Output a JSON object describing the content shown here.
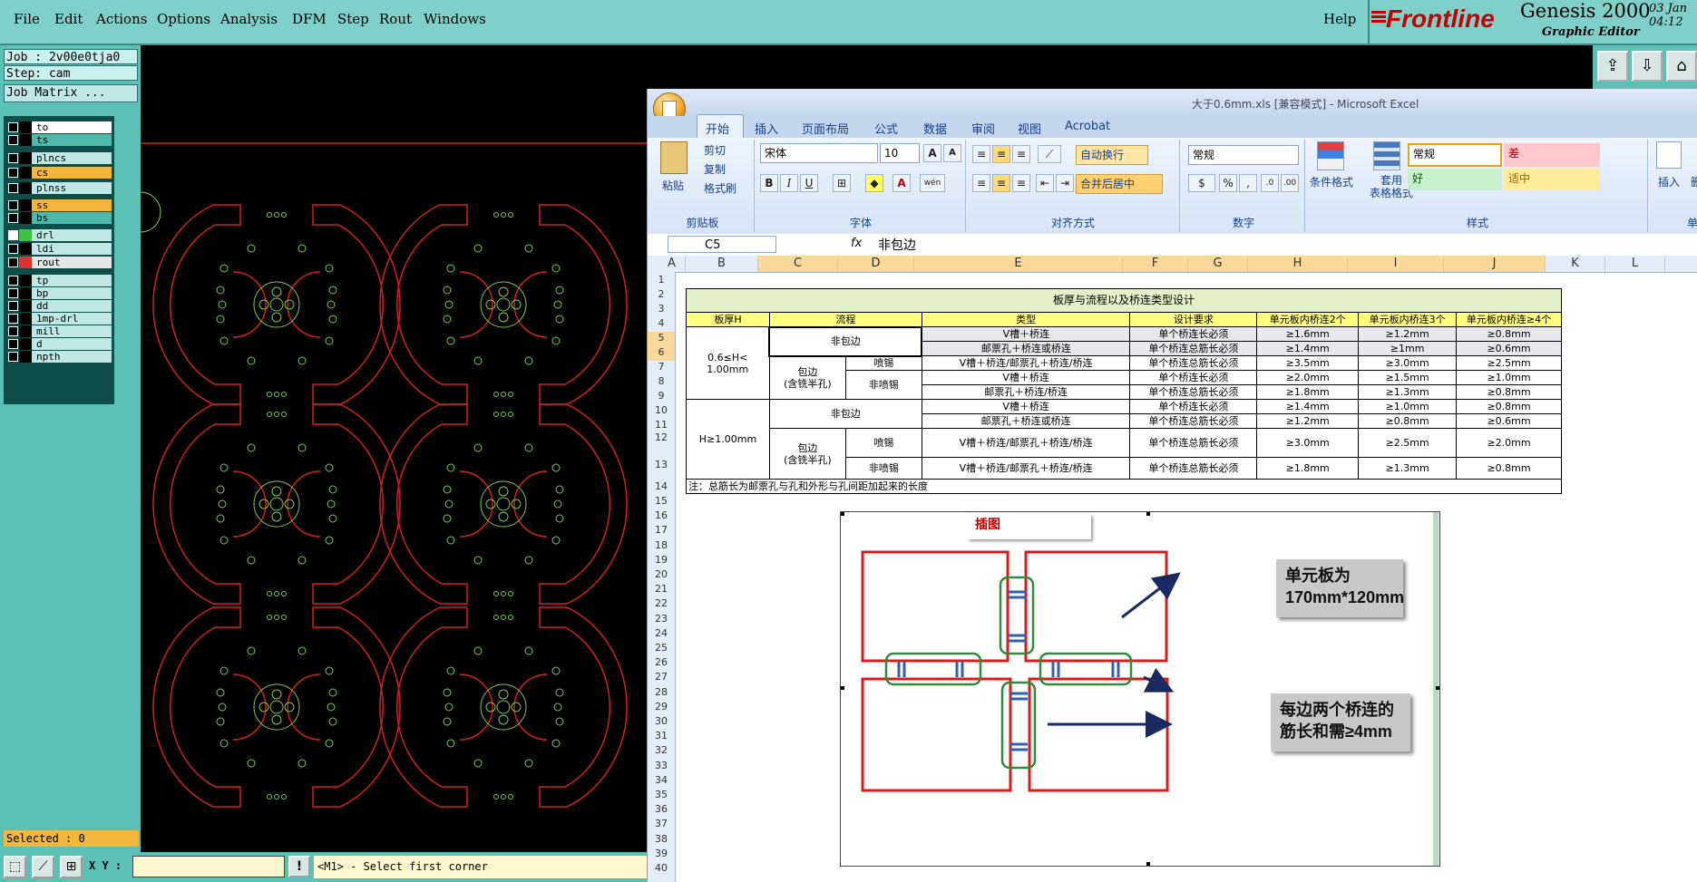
{
  "menubar": {
    "items": [
      "File",
      "Edit",
      "Actions",
      "Options",
      "Analysis",
      "DFM",
      "Step",
      "Rout",
      "Windows"
    ],
    "help": "Help",
    "brand": "Frontline",
    "product": "Genesis 2000",
    "product_sub": "Graphic Editor",
    "date_line1": "03 Jan",
    "date_line2": "04:12"
  },
  "left_panel": {
    "job_label": "Job : 2v00e0tja0",
    "step_label": "Step: cam",
    "job_matrix": "Job Matrix ...",
    "layers": [
      {
        "name": "to",
        "color": "#ffffff",
        "swatch": "#000000"
      },
      {
        "name": "ts",
        "color": "#4fb8a8",
        "swatch": "#000000"
      },
      {
        "name": "plncs",
        "color": "#bfe8e4",
        "swatch": "#000000"
      },
      {
        "name": "cs",
        "color": "#f2b63c",
        "swatch": "#000000"
      },
      {
        "name": "plnss",
        "color": "#bfe8e4",
        "swatch": "#000000"
      },
      {
        "name": "ss",
        "color": "#f2b63c",
        "swatch": "#000000"
      },
      {
        "name": "bs",
        "color": "#4fb8a8",
        "swatch": "#000000"
      },
      {
        "name": "drl",
        "color": "#bfe8e4",
        "swatch": "#3cc43c"
      },
      {
        "name": "ldi",
        "color": "#bfe8e4",
        "swatch": "#000000"
      },
      {
        "name": "rout",
        "color": "#e6e6e6",
        "swatch": "#e03030"
      },
      {
        "name": "tp",
        "color": "#bfe8e4",
        "swatch": "#000000"
      },
      {
        "name": "bp",
        "color": "#bfe8e4",
        "swatch": "#000000"
      },
      {
        "name": "dd",
        "color": "#bfe8e4",
        "swatch": "#000000"
      },
      {
        "name": "1mp-drl",
        "color": "#bfe8e4",
        "swatch": "#000000"
      },
      {
        "name": "mill",
        "color": "#bfe8e4",
        "swatch": "#000000"
      },
      {
        "name": "d",
        "color": "#bfe8e4",
        "swatch": "#000000"
      },
      {
        "name": "npth",
        "color": "#bfe8e4",
        "swatch": "#000000"
      }
    ],
    "selected": "Selected : 0"
  },
  "bottom_bar": {
    "xy_label": "X Y :",
    "xy_value": "",
    "bang": "!",
    "status": "<M1> - Select first corner"
  },
  "excel": {
    "title": "大于0.6mm.xls  [兼容模式] - Microsoft Excel",
    "tabs": [
      "开始",
      "插入",
      "页面布局",
      "公式",
      "数据",
      "审阅",
      "视图",
      "Acrobat"
    ],
    "clipboard": {
      "paste": "粘贴",
      "cut": "剪切",
      "copy": "复制",
      "format_painter": "格式刷",
      "group": "剪贴板"
    },
    "font": {
      "name": "宋体",
      "size": "10",
      "group": "字体"
    },
    "alignment": {
      "wrap": "自动换行",
      "merge": "合并后居中",
      "group": "对齐方式"
    },
    "number": {
      "format": "常规",
      "group": "数字"
    },
    "styles": {
      "cond_format": "条件格式",
      "table_format": "套用\n表格格式",
      "normal": "常规",
      "bad": "差",
      "good": "好",
      "neutral": "适中",
      "group": "样式"
    },
    "cells": {
      "insert": "插入",
      "delete": "删",
      "group": "单"
    },
    "namebox": "C5",
    "fx": "fx",
    "formula": "非包边",
    "columns": [
      "A",
      "B",
      "C",
      "D",
      "E",
      "F",
      "G",
      "H",
      "I",
      "J",
      "K",
      "L"
    ],
    "rows": [
      "1",
      "2",
      "3",
      "4",
      "5",
      "6",
      "7",
      "8",
      "9",
      "10",
      "11",
      "12",
      "13",
      "14",
      "15",
      "16",
      "17",
      "18",
      "19",
      "20",
      "21",
      "22",
      "23",
      "24",
      "25",
      "26",
      "27",
      "28",
      "29",
      "30",
      "31",
      "32",
      "33",
      "34",
      "35",
      "36",
      "37",
      "38",
      "39",
      "40"
    ],
    "table": {
      "title": "板厚与流程以及桥连类型设计",
      "headers": [
        "板厚H",
        "流程",
        "类型",
        "设计要求",
        "单元板内桥连2个",
        "单元板内桥连3个",
        "单元板内桥连≥4个"
      ],
      "group1": "0.6≤H<\n1.00mm",
      "group2": "H≥1.00mm",
      "non_edge": "非包边",
      "edge": "包边\n(含铣半孔)",
      "spray": "喷锡",
      "no_spray": "非喷锡",
      "rows": [
        {
          "type": "V槽＋桥连",
          "req": "单个桥连长必须",
          "v2": "≥1.6mm",
          "v3": "≥1.2mm",
          "v4": "≥0.8mm"
        },
        {
          "type": "邮票孔＋桥连或桥连",
          "req": "单个桥连总筋长必须",
          "v2": "≥1.4mm",
          "v3": "≥1mm",
          "v4": "≥0.6mm"
        },
        {
          "type": "V槽＋桥连/邮票孔＋桥连/桥连",
          "req": "单个桥连总筋长必须",
          "v2": "≥3.5mm",
          "v3": "≥3.0mm",
          "v4": "≥2.5mm"
        },
        {
          "type": "V槽＋桥连",
          "req": "单个桥连长必须",
          "v2": "≥2.0mm",
          "v3": "≥1.5mm",
          "v4": "≥1.0mm"
        },
        {
          "type": "邮票孔＋桥连/桥连",
          "req": "单个桥连总筋长必须",
          "v2": "≥1.8mm",
          "v3": "≥1.3mm",
          "v4": "≥0.8mm"
        },
        {
          "type": "V槽＋桥连",
          "req": "单个桥连长必须",
          "v2": "≥1.4mm",
          "v3": "≥1.0mm",
          "v4": "≥0.8mm"
        },
        {
          "type": "邮票孔＋桥连或桥连",
          "req": "单个桥连总筋长必须",
          "v2": "≥1.2mm",
          "v3": "≥0.8mm",
          "v4": "≥0.6mm"
        },
        {
          "type": "V槽＋桥连/邮票孔＋桥连/桥连",
          "req": "单个桥连总筋长必须",
          "v2": "≥3.0mm",
          "v3": "≥2.5mm",
          "v4": "≥2.0mm"
        },
        {
          "type": "V槽＋桥连/邮票孔＋桥连/桥连",
          "req": "单个桥连总筋长必须",
          "v2": "≥1.8mm",
          "v3": "≥1.3mm",
          "v4": "≥0.8mm"
        }
      ],
      "note": "注：总筋长为邮票孔与孔和外形与孔间距加起来的长度"
    },
    "figure": {
      "label": "插图",
      "callout1": "单元板为\n170mm*120mm",
      "callout2": "每边两个桥连的\n筋长和需≥4mm"
    }
  },
  "colors": {
    "genesis_teal": "#5cc0b4",
    "rout_red": "#d02020",
    "drill_green": "#7ec850",
    "excel_blue": "#15428b"
  }
}
